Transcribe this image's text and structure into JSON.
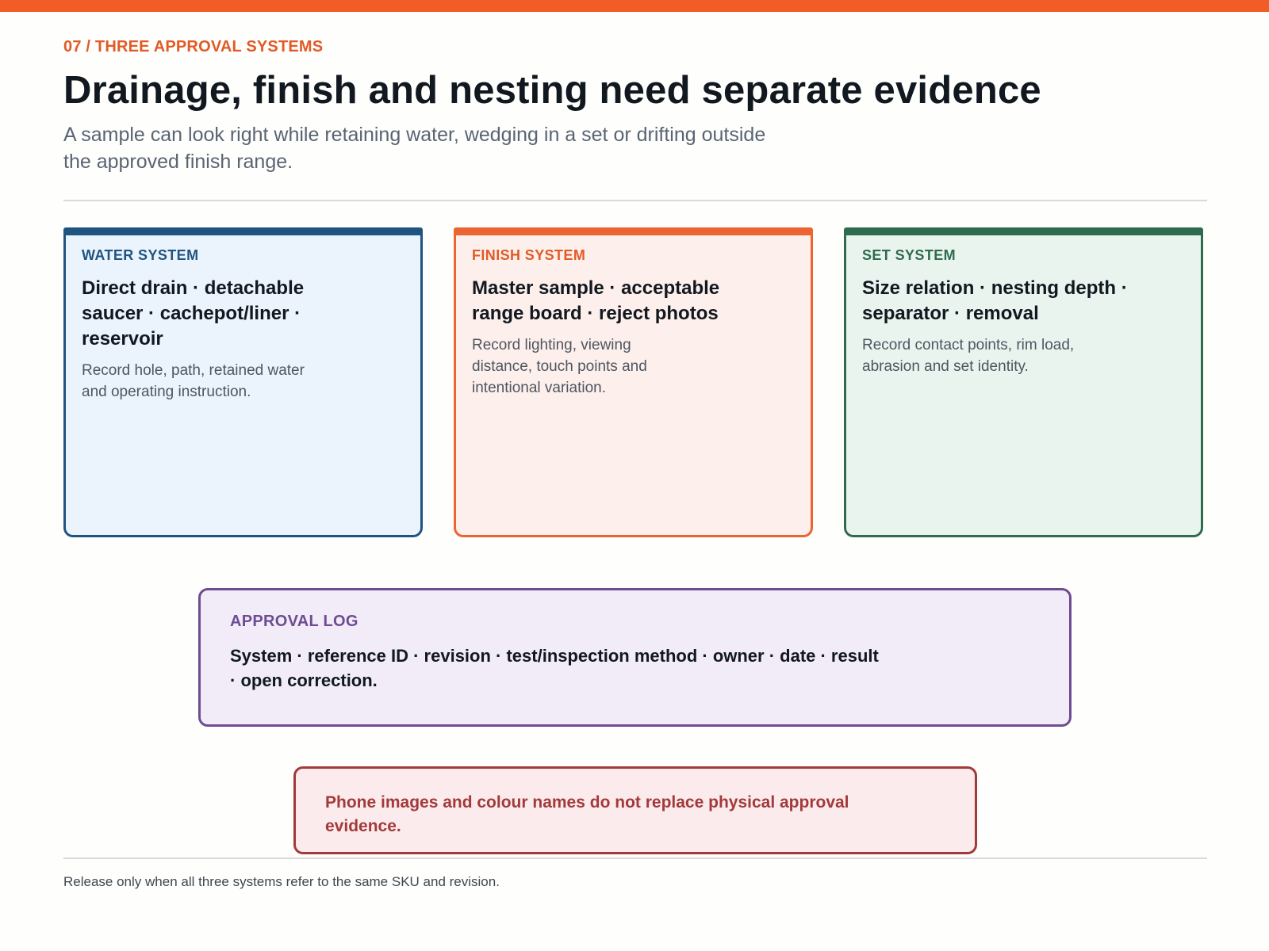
{
  "header": {
    "eyebrow": "07 / THREE APPROVAL SYSTEMS",
    "title": "Drainage, finish and nesting need separate evidence",
    "subtitle": "A sample can look right while retaining water, wedging in a set or drifting outside the approved finish range."
  },
  "cards": [
    {
      "label": "WATER SYSTEM",
      "heading": "Direct drain · detachable saucer · cachepot/liner · reservoir",
      "description": "Record hole, path, retained water and operating instruction.",
      "accent_color": "#1f5480"
    },
    {
      "label": "FINISH SYSTEM",
      "heading": "Master sample · acceptable range board · reject photos",
      "description": "Record lighting, viewing distance, touch points and intentional variation.",
      "accent_color": "#ec6431"
    },
    {
      "label": "SET SYSTEM",
      "heading": "Size relation · nesting depth · separator · removal",
      "description": "Record contact points, rim load, abrasion and set identity.",
      "accent_color": "#2f6b4f"
    }
  ],
  "approval_log": {
    "label": "APPROVAL LOG",
    "text": "System · reference ID · revision · test/inspection method · owner · date · result · open correction.",
    "accent_color": "#6d4c92"
  },
  "warning": {
    "text": "Phone images and colour names do not replace physical approval evidence.",
    "accent_color": "#a33a3a"
  },
  "footer": {
    "note": "Release only when all three systems refer to the same SKU and revision."
  },
  "colors": {
    "brand": "#f25c26",
    "title": "#121820",
    "subtitle": "#5a6472"
  }
}
